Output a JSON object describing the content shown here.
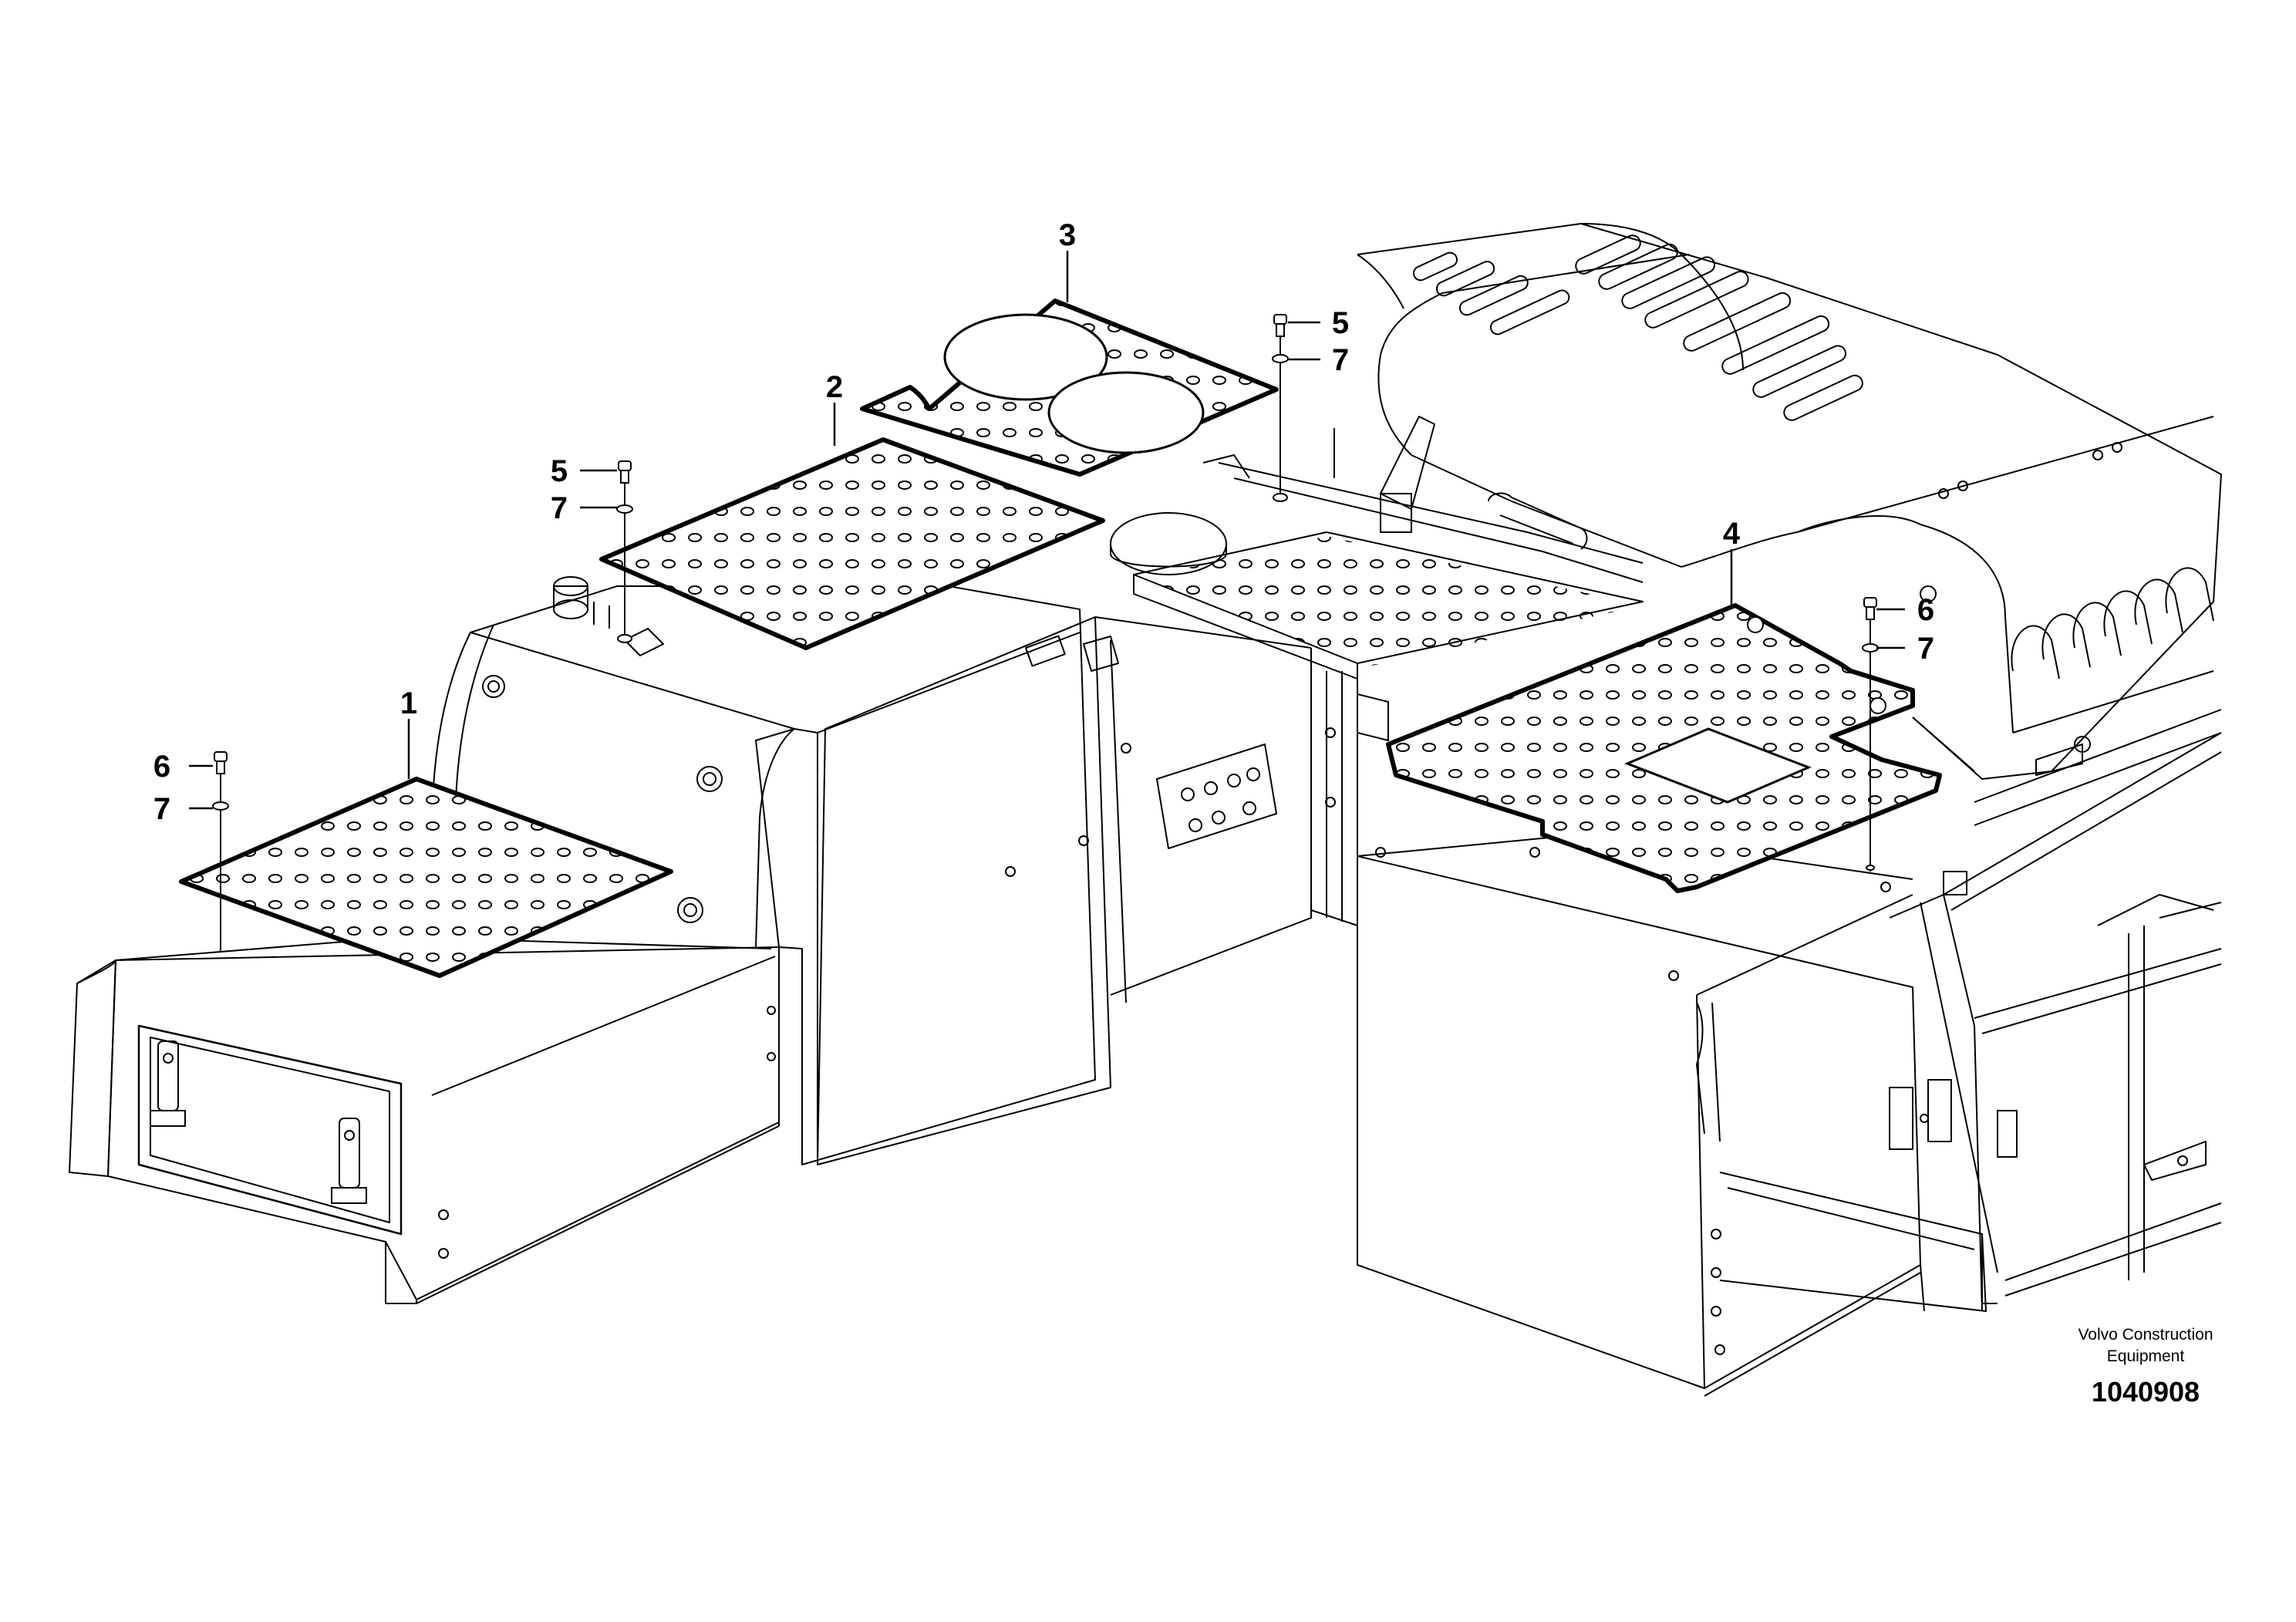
{
  "diagram": {
    "callouts": {
      "c1": "1",
      "c2": "2",
      "c3": "3",
      "c4": "4",
      "c5a": "5",
      "c5b": "5",
      "c6a": "6",
      "c6b": "6",
      "c7a": "7",
      "c7b": "7",
      "c7c": "7",
      "c7d": "7"
    },
    "caption": {
      "line1": "Volvo Construction",
      "line2": "Equipment",
      "number": "1040908"
    }
  }
}
